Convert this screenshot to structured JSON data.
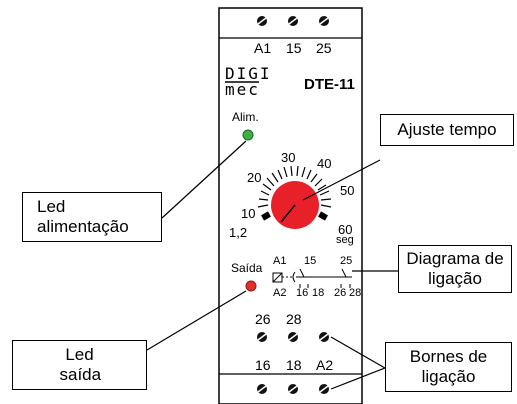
{
  "device": {
    "brand_top": "DIGI",
    "brand_bottom": "mec",
    "model": "DTE-11",
    "terminals_top": [
      "A1",
      "15",
      "25"
    ],
    "led_power_label": "Alim.",
    "dial_scale": [
      "1,2",
      "10",
      "20",
      "30",
      "40",
      "50",
      "60"
    ],
    "dial_unit": "seg",
    "led_output_label": "Saída",
    "diagram": {
      "a1": "A1",
      "a2": "A2",
      "c15": "15",
      "c25": "25",
      "c16": "16",
      "c18": "18",
      "c26": "26",
      "c28": "28"
    },
    "terminals_mid": [
      "26",
      "28"
    ],
    "terminals_bottom": [
      "16",
      "18",
      "A2"
    ]
  },
  "callouts": {
    "led_power": "Led alimentação",
    "time_adjust": "Ajuste tempo",
    "wiring_diagram": "Diagrama de ligação",
    "led_output": "Led saída",
    "terminals": "Bornes de ligação"
  },
  "colors": {
    "led_power": "#3cb043",
    "led_output": "#e0302a",
    "dial": "#e8202a"
  }
}
